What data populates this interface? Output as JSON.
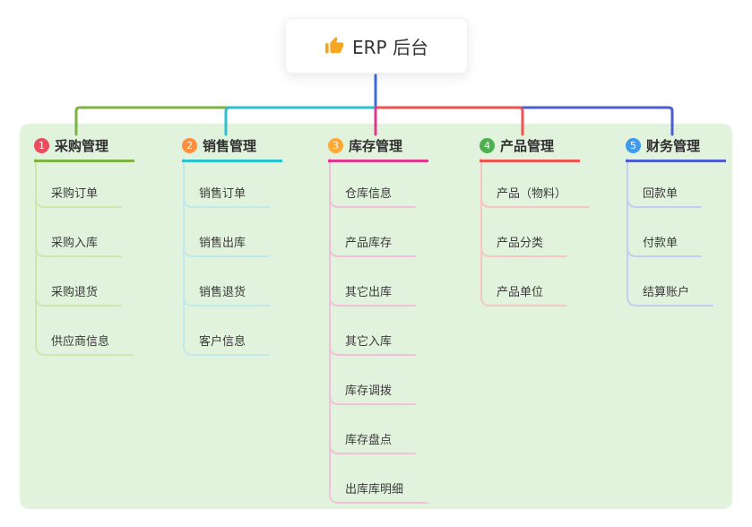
{
  "root": {
    "label": "ERP 后台",
    "icon": "thumbs-up-icon"
  },
  "colors": {
    "panel_bg": "#e2f3dd",
    "root_connector": "#3b6be0"
  },
  "branches": [
    {
      "num": "1",
      "label": "采购管理",
      "badge_color": "#f04a5e",
      "line_color": "#7cb342",
      "children": [
        "采购订单",
        "采购入库",
        "采购退货",
        "供应商信息"
      ]
    },
    {
      "num": "2",
      "label": "销售管理",
      "badge_color": "#ff8f3e",
      "line_color": "#2bc2cf",
      "children": [
        "销售订单",
        "销售出库",
        "销售退货",
        "客户信息"
      ]
    },
    {
      "num": "3",
      "label": "库存管理",
      "badge_color": "#ffa832",
      "line_color": "#e0368c",
      "children": [
        "仓库信息",
        "产品库存",
        "其它出库",
        "其它入库",
        "库存调拨",
        "库存盘点",
        "出库库明细"
      ]
    },
    {
      "num": "4",
      "label": "产品管理",
      "badge_color": "#4cb04f",
      "line_color": "#ef5350",
      "children": [
        "产品（物料）",
        "产品分类",
        "产品单位"
      ]
    },
    {
      "num": "5",
      "label": "财务管理",
      "badge_color": "#3d9bf0",
      "line_color": "#4a5ed0",
      "children": [
        "回款单",
        "付款单",
        "结算账户"
      ]
    }
  ]
}
